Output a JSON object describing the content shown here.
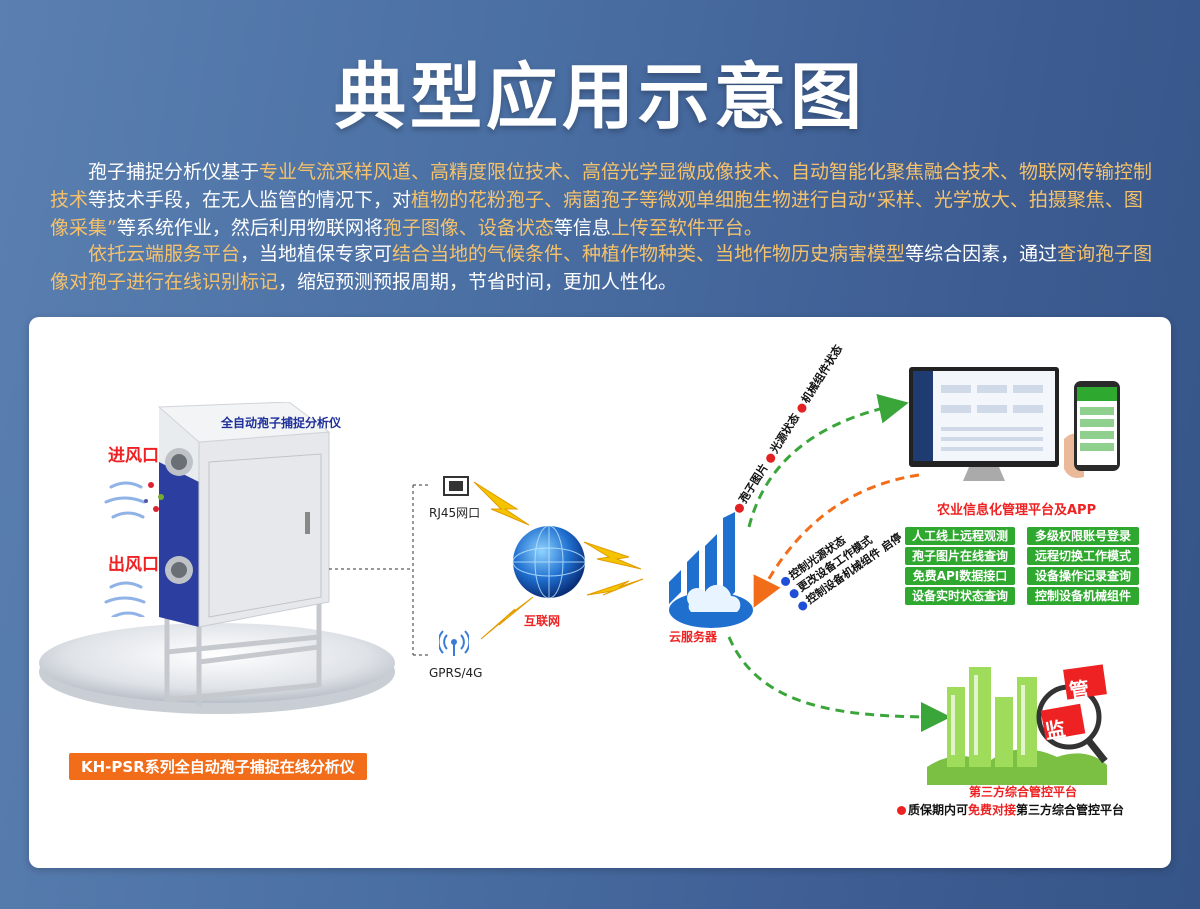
{
  "title": "典型应用示意图",
  "intro": {
    "p1": [
      {
        "t": "孢子捕捉分析仪基于",
        "h": false
      },
      {
        "t": "专业气流采样风道、高精度限位技术、高倍光学显微成像技术、自动智能化聚焦融合技术、物联网传输控制技术",
        "h": true
      },
      {
        "t": "等技术手段，在无人监管的情况下，对",
        "h": false
      },
      {
        "t": "植物的花粉孢子、病菌孢子等微观单细胞生物进行自动“采样、光学放大、拍摄聚焦、图像采集”",
        "h": true
      },
      {
        "t": "等系统作业，然后利用物联网将",
        "h": false
      },
      {
        "t": "孢子图像、设备状态",
        "h": true
      },
      {
        "t": "等信息",
        "h": false
      },
      {
        "t": "上传至软件平台。",
        "h": true
      }
    ],
    "p2": [
      {
        "t": "依托云端服务平台",
        "h": true
      },
      {
        "t": "，当地植保专家可",
        "h": false
      },
      {
        "t": "结合当地的气候条件、种植作物种类、当地作物历史病害模型",
        "h": true
      },
      {
        "t": "等综合因素，通过",
        "h": false
      },
      {
        "t": "查询孢子图像对孢子进行在线识别标记",
        "h": true
      },
      {
        "t": "，缩短预测预报周期，节省时间，更加人性化。",
        "h": false
      }
    ]
  },
  "device": {
    "panel_label": "全自动孢子捕捉分析仪",
    "inlet": "进风口",
    "outlet": "出风口",
    "caption": "KH-PSR系列全自动孢子捕捉在线分析仪"
  },
  "network": {
    "rj45": "RJ45网口",
    "gprs": "GPRS/4G",
    "internet": "互联网",
    "cloud": "云服务器"
  },
  "upload_labels": [
    "孢子图片",
    "光源状态",
    "机械组件状态"
  ],
  "control_labels": [
    "控制光源状态",
    "更改设备工作模式",
    "控制设备机械组件 启停"
  ],
  "platform": {
    "title": "农业信息化管理平台及APP",
    "features_left": [
      "人工线上远程观测",
      "孢子图片在线查询",
      "免费API数据接口",
      "设备实时状态查询"
    ],
    "features_right": [
      "多级权限账号登录",
      "远程切换工作模式",
      "设备操作记录查询",
      "控制设备机械组件"
    ]
  },
  "third_party": {
    "title": "第三方综合管控平台",
    "note_pre": "质保期内可",
    "note_hl": "免费对接",
    "note_post": "第三方综合管控平台",
    "sign1": "监",
    "sign2": "管"
  },
  "colors": {
    "orange": "#f26d1a",
    "green": "#2fa82f",
    "red": "#e22222",
    "blue": "#1f4fd6",
    "highlight": "#f5c26b"
  }
}
